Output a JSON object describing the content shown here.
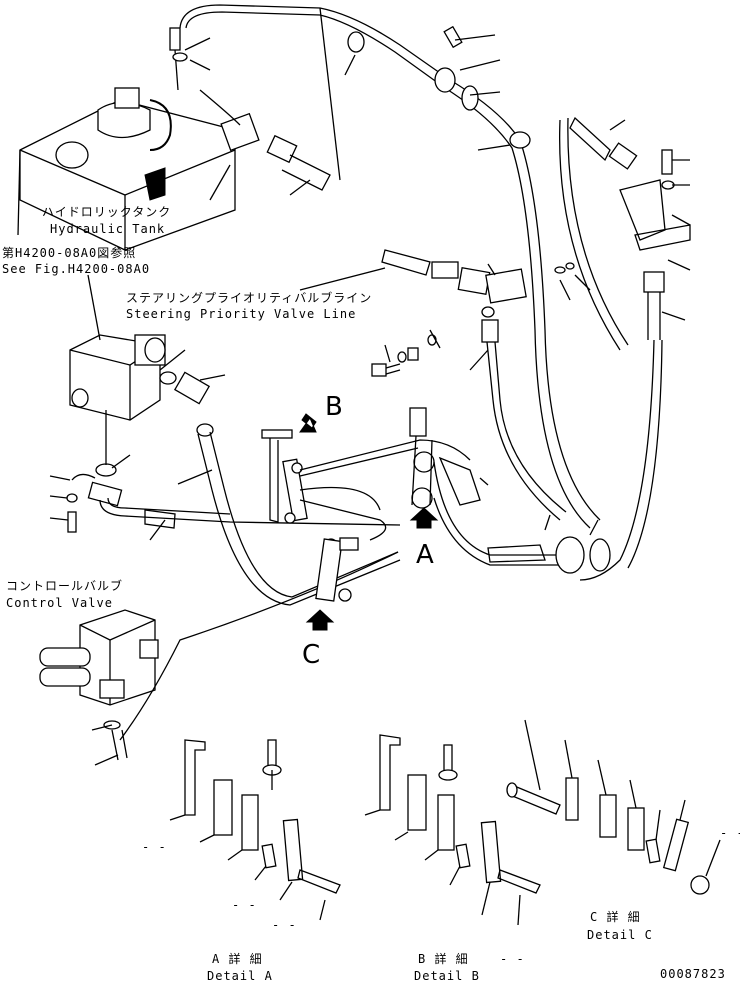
{
  "labels": {
    "hydraulic_tank_jp": "ハイドロリックタンク",
    "hydraulic_tank_en": "Hydraulic Tank",
    "ref_jp": "第H4200-08A0図参照",
    "ref_en": "See Fig.H4200-08A0",
    "steering_jp": "ステアリングプライオリティバルブライン",
    "steering_en": "Steering Priority Valve Line",
    "control_jp": "コントロールバルブ",
    "control_en": "Control Valve",
    "detail_a_jp": "A 詳 細",
    "detail_a_en": "Detail A",
    "detail_b_jp": "B 詳 細",
    "detail_b_en": "Detail B",
    "detail_c_jp": "C 詳 細",
    "detail_c_en": "Detail C",
    "callout_a": "A",
    "callout_b": "B",
    "callout_c": "C",
    "dash_1": "- -",
    "dash_2": "- -",
    "dash_3": "- -",
    "dash_4": "- -",
    "dash_5": "- -",
    "drawing_number": "00087823"
  }
}
